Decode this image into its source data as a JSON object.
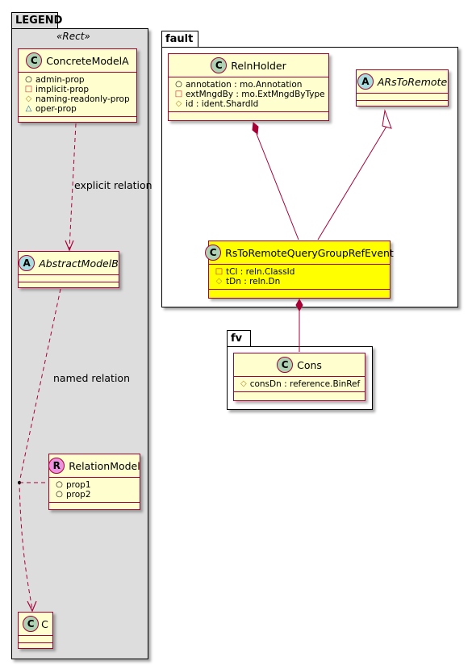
{
  "legend": {
    "title": "LEGEND",
    "stereotype": "«Rect»",
    "concrete_class": {
      "icon": "C",
      "name": "ConcreteModelA",
      "attributes": [
        {
          "vis": "○",
          "text": "admin-prop"
        },
        {
          "vis": "□",
          "text": "implicit-prop"
        },
        {
          "vis": "◇",
          "text": "naming-readonly-prop"
        },
        {
          "vis": "△",
          "text": "oper-prop"
        }
      ]
    },
    "abstract_class": {
      "icon": "A",
      "name": "AbstractModelB"
    },
    "relation_class": {
      "icon": "R",
      "name": "RelationModel",
      "attributes": [
        {
          "vis": "○",
          "text": "prop1"
        },
        {
          "vis": "○",
          "text": "prop2"
        }
      ]
    },
    "c_class": {
      "icon": "C",
      "name": "C"
    },
    "explicit_label": "explicit relation",
    "named_label": "named relation"
  },
  "fault": {
    "title": "fault",
    "holder": {
      "icon": "C",
      "name": "RelnHolder",
      "attributes": [
        {
          "vis": "○",
          "text": "annotation : mo.Annotation"
        },
        {
          "vis": "□",
          "text": "extMngdBy : mo.ExtMngdByType"
        },
        {
          "vis": "◇",
          "text": "id : ident.ShardId"
        }
      ]
    },
    "remote": {
      "icon": "A",
      "name": "ARsToRemote"
    },
    "event": {
      "icon": "C",
      "name": "RsToRemoteQueryGroupRefEvent",
      "attributes": [
        {
          "vis": "□",
          "text": "tCl : reln.ClassId"
        },
        {
          "vis": "◇",
          "text": "tDn : reln.Dn"
        }
      ]
    }
  },
  "fv": {
    "title": "fv",
    "cons": {
      "icon": "C",
      "name": "Cons",
      "attributes": [
        {
          "vis": "◇",
          "text": "consDn : reference.BinRef"
        }
      ]
    }
  },
  "colors": {
    "class_fill": "#FEFECE",
    "border": "#A80036",
    "legend_bg": "#DDDDDD",
    "highlight": "#FFFF00",
    "class_circle": "#ADD1B2",
    "abstract_circle": "#A9DCDF",
    "relation_circle": "#EB93DF"
  }
}
